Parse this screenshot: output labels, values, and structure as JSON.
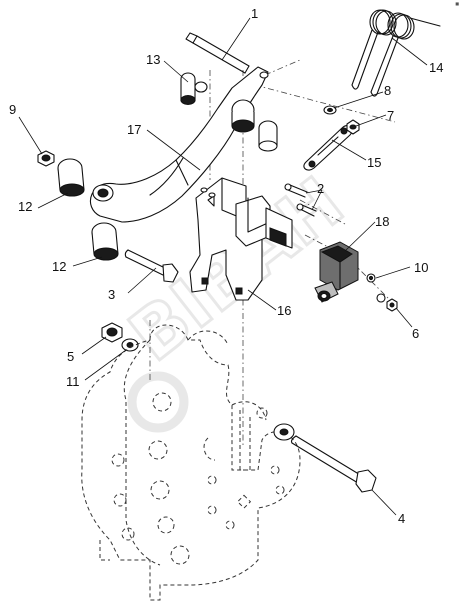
{
  "diagram": {
    "corner_mark": "■",
    "watermark_text": "BIBAH",
    "callouts": [
      {
        "id": "1",
        "label": "1"
      },
      {
        "id": "2",
        "label": "2"
      },
      {
        "id": "3",
        "label": "3"
      },
      {
        "id": "4",
        "label": "4"
      },
      {
        "id": "5",
        "label": "5"
      },
      {
        "id": "6",
        "label": "6"
      },
      {
        "id": "7",
        "label": "7"
      },
      {
        "id": "8",
        "label": "8"
      },
      {
        "id": "9",
        "label": "9"
      },
      {
        "id": "10",
        "label": "10"
      },
      {
        "id": "11",
        "label": "11"
      },
      {
        "id": "12a",
        "label": "12"
      },
      {
        "id": "12b",
        "label": "12"
      },
      {
        "id": "13",
        "label": "13"
      },
      {
        "id": "14",
        "label": "14"
      },
      {
        "id": "15",
        "label": "15"
      },
      {
        "id": "16",
        "label": "16"
      },
      {
        "id": "17",
        "label": "17"
      },
      {
        "id": "18",
        "label": "18"
      }
    ]
  }
}
